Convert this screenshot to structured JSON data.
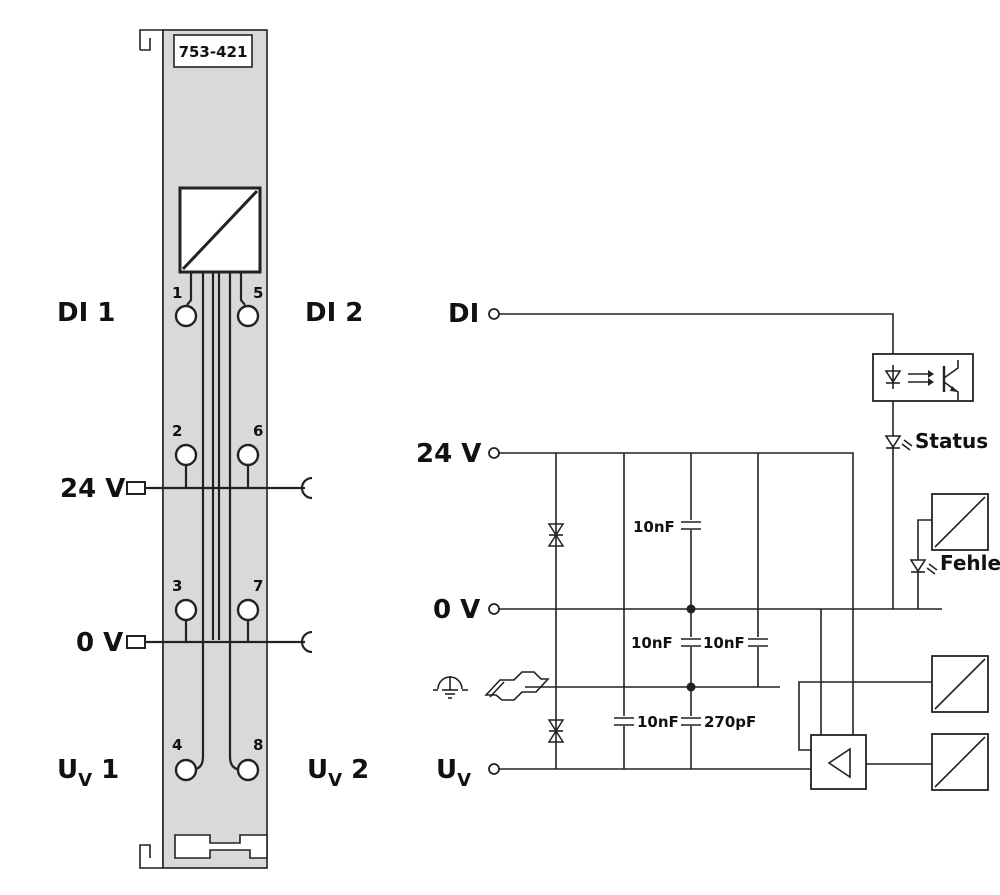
{
  "module": {
    "part_number": "753-421",
    "terminals": [
      {
        "pin": "1"
      },
      {
        "pin": "5"
      },
      {
        "pin": "2"
      },
      {
        "pin": "6"
      },
      {
        "pin": "3"
      },
      {
        "pin": "7"
      },
      {
        "pin": "4"
      },
      {
        "pin": "8"
      }
    ],
    "labels": {
      "di1": "DI 1",
      "di2": "DI 2",
      "v24": "24 V",
      "v0": "0 V",
      "uv1_main": "U",
      "uv1_sub": "V",
      "uv1_num": " 1",
      "uv2_main": "U",
      "uv2_sub": "V",
      "uv2_num": " 2"
    }
  },
  "schematic": {
    "inputs": {
      "di": "DI",
      "v24": "24 V",
      "v0": "0 V",
      "uv_main": "U",
      "uv_sub": "V"
    },
    "leds": {
      "status": "Status",
      "fehler": "Fehler"
    },
    "capacitors": {
      "c1": "10nF",
      "c2": "10nF",
      "c3": "10nF",
      "c4": "10nF",
      "c5": "270pF"
    }
  },
  "colors": {
    "module_fill": "#d9d9d9",
    "line": "#222222",
    "background": "#ffffff"
  }
}
